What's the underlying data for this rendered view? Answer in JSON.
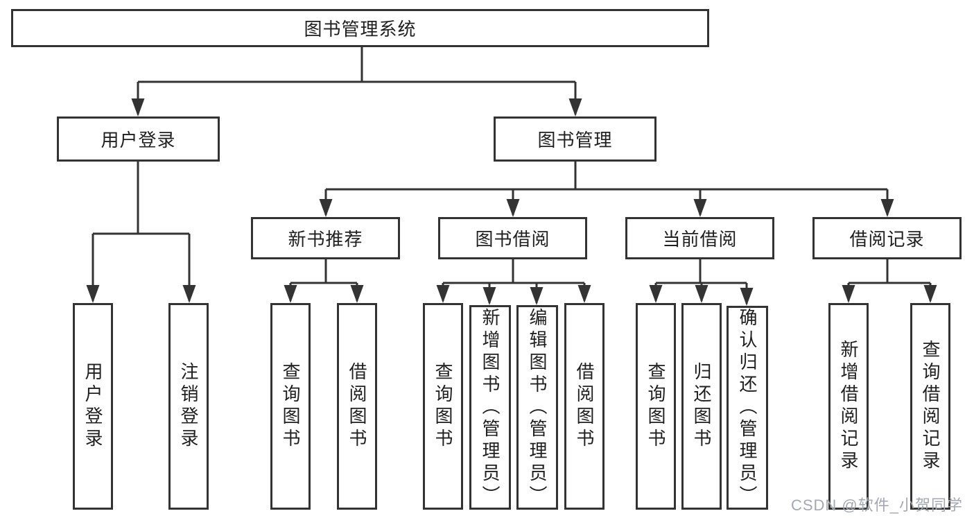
{
  "diagram": {
    "root": {
      "label": "图书管理系统"
    },
    "branches": {
      "user_login": {
        "label": "用户登录",
        "children": [
          "用户登录",
          "注销登录"
        ]
      },
      "book_management": {
        "label": "图书管理",
        "children": {
          "new_book_recommend": {
            "label": "新书推荐",
            "children": [
              "查询图书",
              "借阅图书"
            ]
          },
          "book_borrow": {
            "label": "图书借阅",
            "children": [
              "查询图书",
              "新增图书（管理员）",
              "编辑图书（管理员）",
              "借阅图书"
            ]
          },
          "current_borrow": {
            "label": "当前借阅",
            "children": [
              "查询图书",
              "归还图书",
              "确认归还（管理员）"
            ]
          },
          "borrow_records": {
            "label": "借阅记录",
            "children": [
              "新增借阅记录",
              "查询借阅记录"
            ]
          }
        }
      }
    }
  },
  "watermark": {
    "text": "CSDN @软件_小贺同学",
    "color": "#a4a8b0"
  },
  "colors": {
    "line": "#333333",
    "text": "#1f1f1f",
    "background": "#ffffff"
  }
}
